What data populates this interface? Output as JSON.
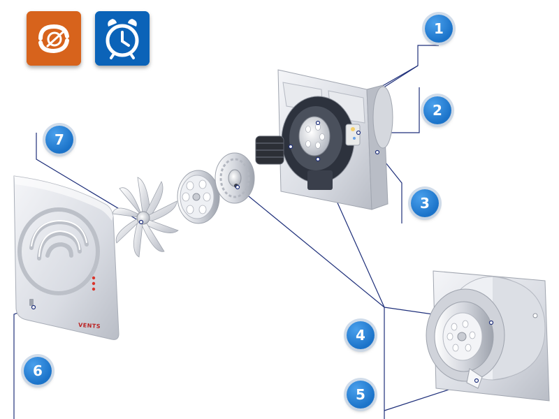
{
  "icons": [
    {
      "name": "timer-function-icon",
      "background_top": "#f2a04e",
      "background_bottom": "#d7631c"
    },
    {
      "name": "alarm-clock-icon",
      "background_top": "#41b2ec",
      "background_bottom": "#0b63b8"
    }
  ],
  "callouts": [
    {
      "label": "1"
    },
    {
      "label": "2"
    },
    {
      "label": "3"
    },
    {
      "label": "4"
    },
    {
      "label": "5"
    },
    {
      "label": "6"
    },
    {
      "label": "7"
    }
  ],
  "brand_text": "VENTS",
  "colors": {
    "callout_fill": "#1b73c9",
    "leader_line": "#1e2f7a",
    "housing": "#dde0e6",
    "indicator_led": "#d9342b"
  }
}
